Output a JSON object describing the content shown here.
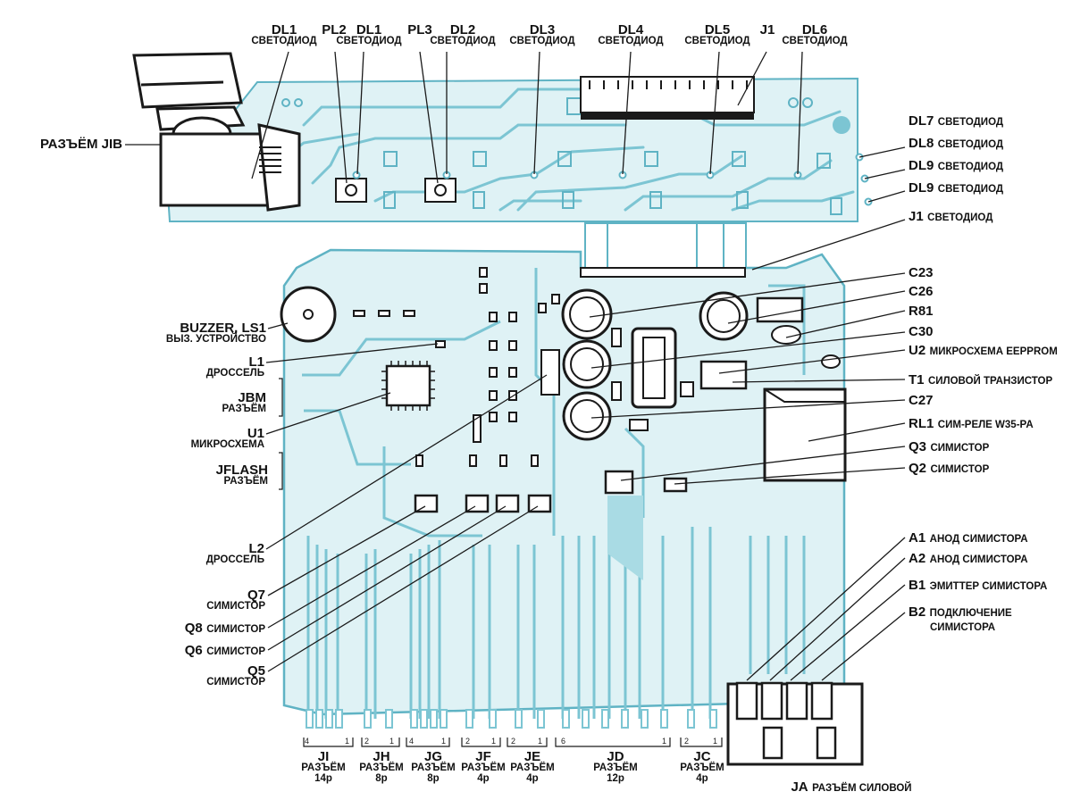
{
  "colors": {
    "board": "#dff2f5",
    "trace": "#7cc5d3",
    "outline": "#5fb3c4",
    "dark": "#1a1a1a",
    "label": "#111111"
  },
  "top_labels": [
    {
      "id": "dl1a",
      "designator": "DL1",
      "text": "СВЕТОДИОД"
    },
    {
      "id": "pl2",
      "designator": "PL2",
      "text": ""
    },
    {
      "id": "dl1b",
      "designator": "DL1",
      "text": "СВЕТОДИОД"
    },
    {
      "id": "pl3",
      "designator": "PL3",
      "text": ""
    },
    {
      "id": "dl2",
      "designator": "DL2",
      "text": "СВЕТОДИОД"
    },
    {
      "id": "dl3",
      "designator": "DL3",
      "text": "СВЕТОДИОД"
    },
    {
      "id": "dl4",
      "designator": "DL4",
      "text": "СВЕТОДИОД"
    },
    {
      "id": "dl5",
      "designator": "DL5",
      "text": "СВЕТОДИОД"
    },
    {
      "id": "j1top",
      "designator": "J1",
      "text": ""
    },
    {
      "id": "dl6",
      "designator": "DL6",
      "text": "СВЕТОДИОД"
    }
  ],
  "left_labels": [
    {
      "id": "jib",
      "designator": "РАЗЪЁМ JIB",
      "text": ""
    },
    {
      "id": "buzzer",
      "designator": "BUZZER, LS1",
      "text": "ВЫЗ. УСТРОЙСТВО"
    },
    {
      "id": "l1",
      "designator": "L1",
      "text": "ДРОССЕЛЬ"
    },
    {
      "id": "jbm",
      "designator": "JBM",
      "text": "РАЗЪЁМ"
    },
    {
      "id": "u1",
      "designator": "U1",
      "text": "МИКРОСХЕМА"
    },
    {
      "id": "jflash",
      "designator": "JFLASH",
      "text": "РАЗЪЁМ"
    },
    {
      "id": "l2",
      "designator": "L2",
      "text": "ДРОССЕЛЬ"
    },
    {
      "id": "q7",
      "designator": "Q7",
      "text": "СИМИСТОР"
    },
    {
      "id": "q8",
      "designator": "Q8",
      "text": "СИМИСТОР"
    },
    {
      "id": "q6",
      "designator": "Q6",
      "text": "СИМИСТОР"
    },
    {
      "id": "q5",
      "designator": "Q5",
      "text": "СИМИСТОР"
    }
  ],
  "right_labels": [
    {
      "id": "dl7",
      "designator": "DL7",
      "text": "СВЕТОДИОД"
    },
    {
      "id": "dl8",
      "designator": "DL8",
      "text": "СВЕТОДИОД"
    },
    {
      "id": "dl9a",
      "designator": "DL9",
      "text": "СВЕТОДИОД"
    },
    {
      "id": "dl9b",
      "designator": "DL9",
      "text": "СВЕТОДИОД"
    },
    {
      "id": "j1r",
      "designator": "J1",
      "text": "СВЕТОДИОД"
    },
    {
      "id": "c23",
      "designator": "C23",
      "text": ""
    },
    {
      "id": "c26",
      "designator": "C26",
      "text": ""
    },
    {
      "id": "r81",
      "designator": "R81",
      "text": ""
    },
    {
      "id": "c30",
      "designator": "C30",
      "text": ""
    },
    {
      "id": "u2",
      "designator": "U2",
      "text": "МИКРОСХЕМА EEPPROM"
    },
    {
      "id": "t1",
      "designator": "T1",
      "text": "СИЛОВОЙ ТРАНЗИСТОР"
    },
    {
      "id": "c27",
      "designator": "C27",
      "text": ""
    },
    {
      "id": "rl1",
      "designator": "RL1",
      "text": "СИМ-РЕЛЕ W35-PA"
    },
    {
      "id": "q3",
      "designator": "Q3",
      "text": "СИМИСТОР"
    },
    {
      "id": "q2",
      "designator": "Q2",
      "text": "СИМИСТОР"
    },
    {
      "id": "a1",
      "designator": "A1",
      "text": "АНОД СИМИСТОРА"
    },
    {
      "id": "a2",
      "designator": "A2",
      "text": "АНОД СИМИСТОРА"
    },
    {
      "id": "b1",
      "designator": "B1",
      "text": "ЭМИТТЕР СИМИСТОРА"
    },
    {
      "id": "b2",
      "designator": "B2",
      "text": "ПОДКЛЮЧЕНИЕ"
    },
    {
      "id": "b2b",
      "designator": "",
      "text": "СИМИСТОРА"
    }
  ],
  "bottom_connectors": [
    {
      "id": "ji",
      "name": "JI",
      "type": "РАЗЪЁМ",
      "pins": "14р",
      "pin_left": "4",
      "pin_right": "1"
    },
    {
      "id": "jh",
      "name": "JH",
      "type": "РАЗЪЁМ",
      "pins": "8р",
      "pin_left": "2",
      "pin_right": "1"
    },
    {
      "id": "jg",
      "name": "JG",
      "type": "РАЗЪЁМ",
      "pins": "8р",
      "pin_left": "4",
      "pin_right": "1"
    },
    {
      "id": "jf",
      "name": "JF",
      "type": "РАЗЪЁМ",
      "pins": "4р",
      "pin_left": "2",
      "pin_right": "1"
    },
    {
      "id": "je",
      "name": "JE",
      "type": "РАЗЪЁМ",
      "pins": "4р",
      "pin_left": "2",
      "pin_right": "1"
    },
    {
      "id": "jd",
      "name": "JD",
      "type": "РАЗЪЁМ",
      "pins": "12р",
      "pin_left": "6",
      "pin_right": "1"
    },
    {
      "id": "jc",
      "name": "JC",
      "type": "РАЗЪЁМ",
      "pins": "4р",
      "pin_left": "2",
      "pin_right": "1"
    }
  ],
  "ja": {
    "name": "JA",
    "text": "РАЗЪЁМ СИЛОВОЙ"
  }
}
